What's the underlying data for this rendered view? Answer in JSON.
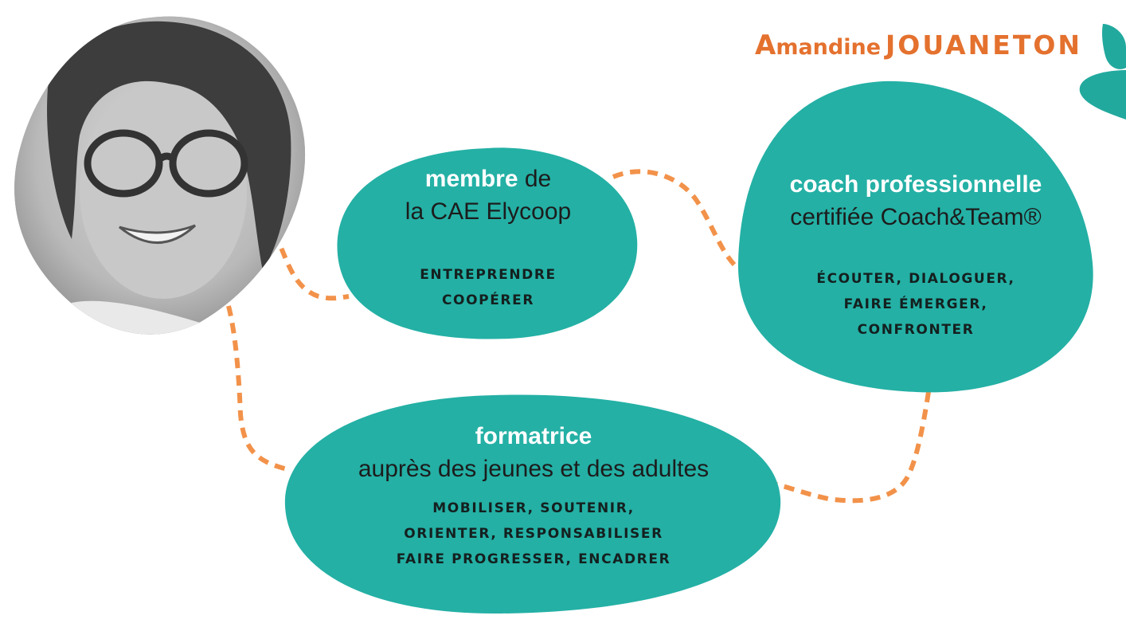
{
  "brand": {
    "first_initial": "A",
    "first_rest": "mandine",
    "last_name": "JOUANETON",
    "color": "#E4712E",
    "accent_color": "#22A99E"
  },
  "colors": {
    "blob": "#24B0A5",
    "dash": "#F2924A",
    "text": "#1c1c1c",
    "highlight": "#ffffff"
  },
  "portrait": {
    "description_icon": "portrait-photo"
  },
  "blocks": {
    "membre": {
      "highlight": "membre",
      "rest": " de",
      "subtitle": "la CAE Elycoop",
      "keywords": [
        "ENTREPRENDRE",
        "COOPÉRER"
      ]
    },
    "coach": {
      "highlight": "coach professionnelle",
      "subtitle": "certifiée Coach&Team®",
      "keywords": [
        "ÉCOUTER, DIALOGUER,",
        "FAIRE ÉMERGER,",
        "CONFRONTER"
      ]
    },
    "formatrice": {
      "highlight": "formatrice",
      "subtitle": "auprès des jeunes et des adultes",
      "keywords": [
        "MOBILISER, SOUTENIR,",
        "ORIENTER, RESPONSABILISER",
        "FAIRE PROGRESSER, ENCADRER"
      ]
    }
  }
}
